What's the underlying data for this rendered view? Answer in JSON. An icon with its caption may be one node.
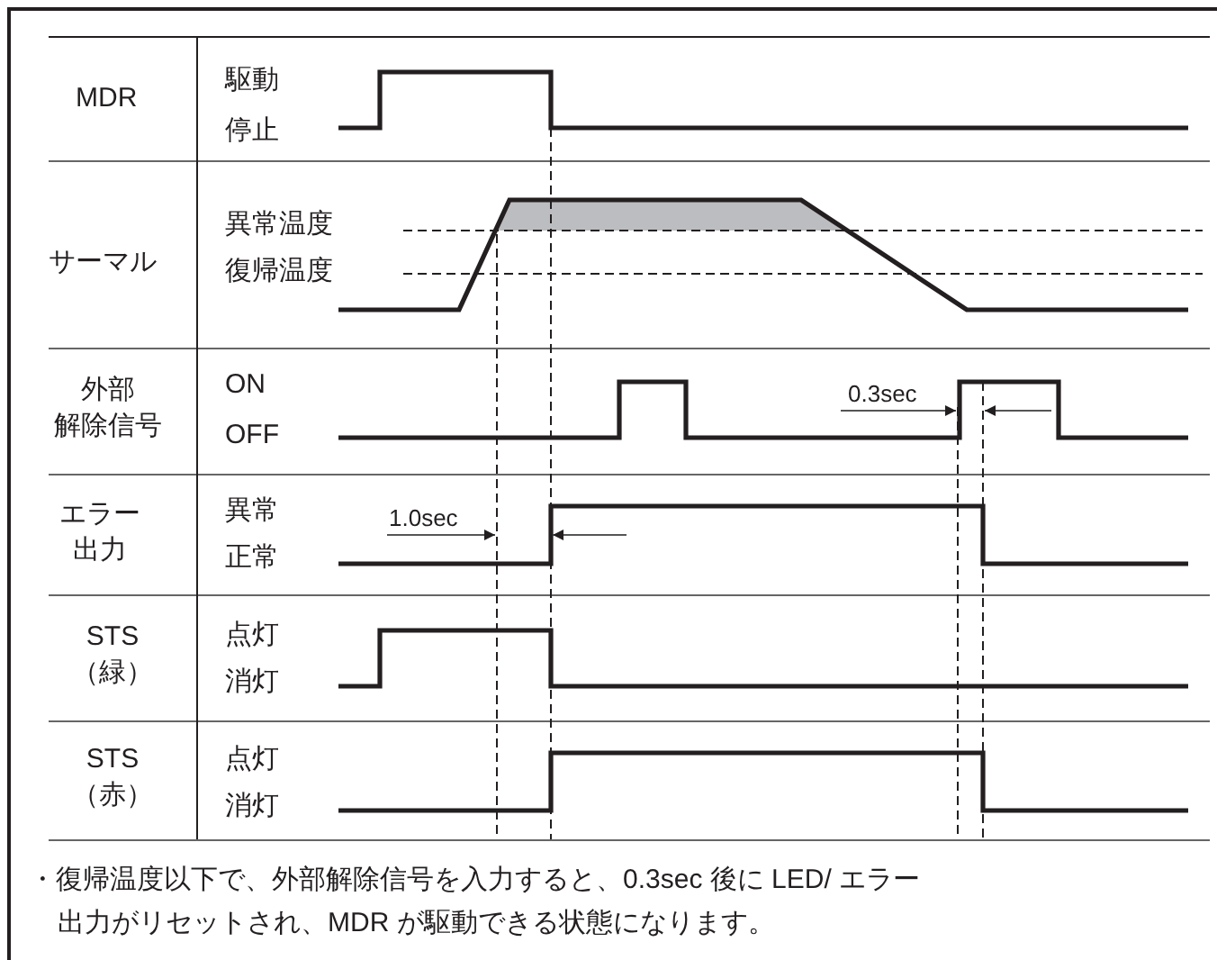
{
  "diagram": {
    "labels": [
      "MDR",
      "駆動",
      "停止",
      "サーマル",
      "異常温度",
      "復帰温度",
      "外部解除信号",
      "ON",
      "OFF",
      "0.3sec",
      "エラー出力",
      "異常",
      "正常",
      "1.0sec",
      "STS（緑）",
      "点灯",
      "消灯",
      "STS（赤）",
      "点灯",
      "消灯",
      "・復帰温度以下で、外部解除信号を入力すると、0.3sec 後に LED/ エラー出力がリセットされ、MDR が駆動できる状態になります。"
    ]
  }
}
